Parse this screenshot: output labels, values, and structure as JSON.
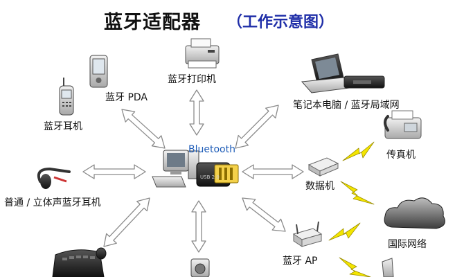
{
  "title": {
    "main": "蓝牙适配器",
    "subtitle": "（工作示意图）"
  },
  "center": {
    "label": "Bluetooth",
    "dongle_text": "USB 2.0"
  },
  "nodes": {
    "printer": "蓝牙打印机",
    "pda": "蓝牙 PDA",
    "phone": "蓝牙耳机",
    "laptop": "笔记本电脑 / 蓝牙局域网",
    "fax": "传真机",
    "stereo_headset": "普通 / 立体声蓝牙耳机",
    "modem": "数据机",
    "internet": "国际网络",
    "access_point": "蓝牙 AP"
  },
  "colors": {
    "title_accent": "#1f2ea8",
    "bluetooth_text": "#1f5db8",
    "arrow_fill": "#ffffff",
    "arrow_stroke": "#8a8a8a",
    "lightning": "#f3e500"
  }
}
